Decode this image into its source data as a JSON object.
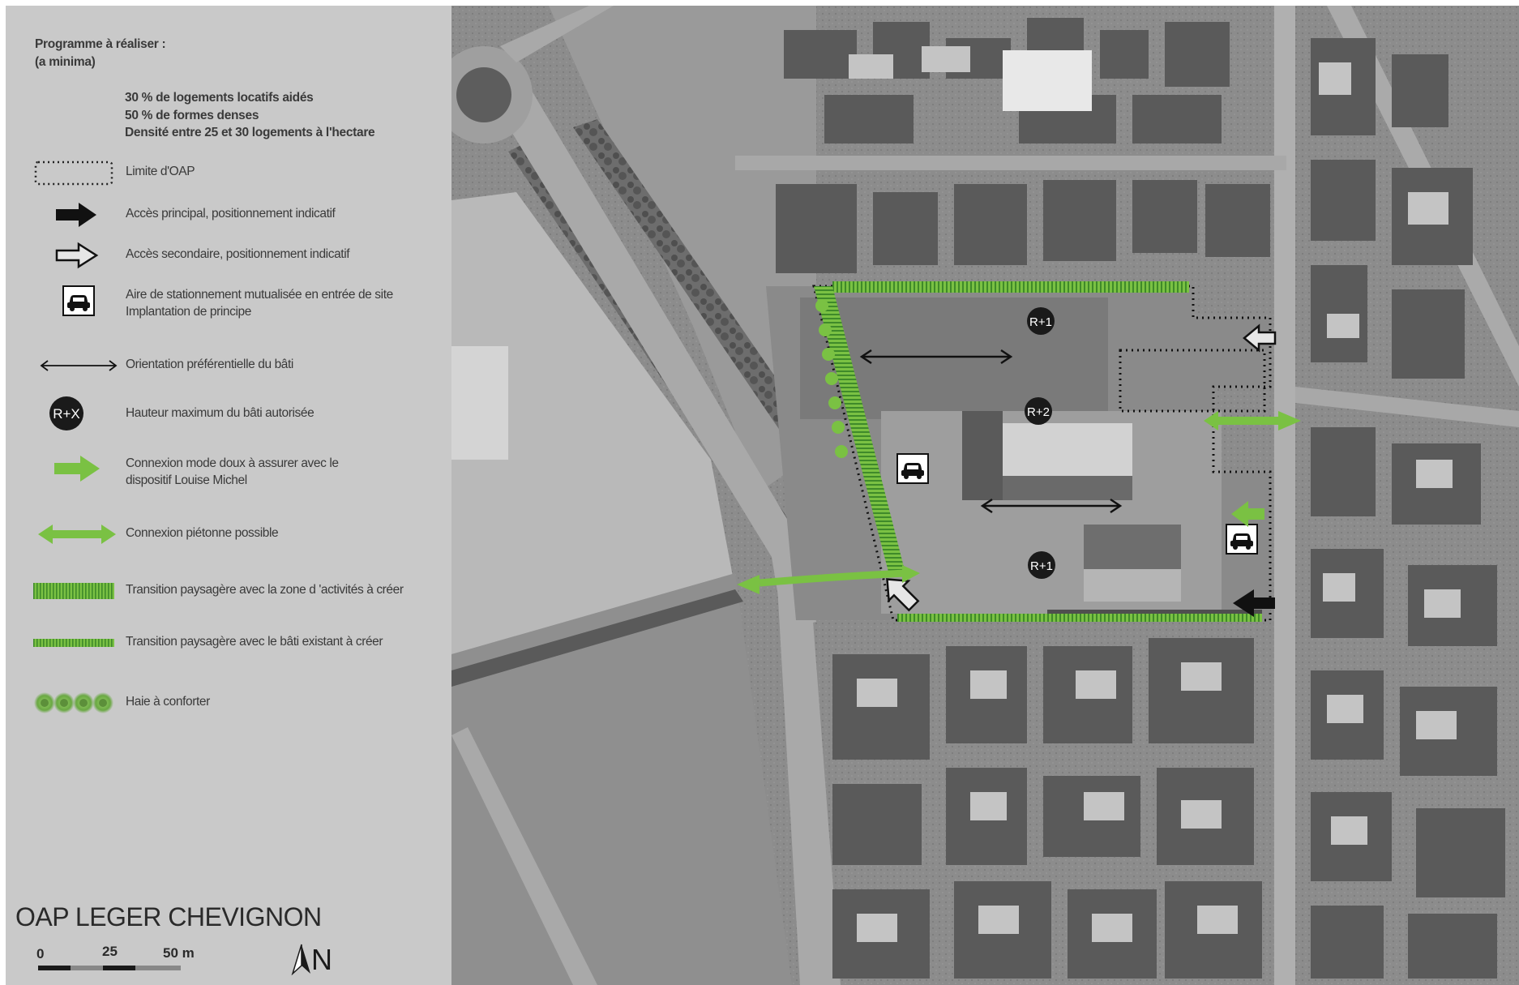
{
  "legend": {
    "programme_title": "Programme à réaliser :",
    "programme_subtitle": "(a minima)",
    "programme_lines": [
      "30 % de logements locatifs aidés",
      "50 % de formes denses",
      "Densité entre 25 et 30 logements à l'hectare"
    ],
    "items": [
      {
        "label": "Limite d'OAP",
        "icon": "dotted-rectangle-icon"
      },
      {
        "label": "Accès principal, positionnement indicatif",
        "icon": "black-arrow-icon"
      },
      {
        "label": "Accès secondaire, positionnement indicatif",
        "icon": "outline-arrow-icon"
      },
      {
        "label_lines": [
          "Aire de stationnement mutualisée en entrée de site",
          "Implantation de principe"
        ],
        "icon": "car-parking-icon"
      },
      {
        "label": "Orientation préférentielle du bâti",
        "icon": "double-arrow-icon"
      },
      {
        "label": "Hauteur maximum du bâti autorisée",
        "icon": "height-badge-icon",
        "badge_text": "R+X"
      },
      {
        "label_lines": [
          "Connexion mode doux à assurer avec le",
          "dispositif Louise Michel"
        ],
        "icon": "green-arrow-icon"
      },
      {
        "label": "Connexion piétonne possible",
        "icon": "green-double-arrow-icon"
      },
      {
        "label": "Transition paysagère avec la zone d 'activités à créer",
        "icon": "thick-green-hatch-icon"
      },
      {
        "label": "Transition paysagère avec le bâti existant à créer",
        "icon": "thin-green-hatch-icon"
      },
      {
        "label": "Haie à conforter",
        "icon": "hedge-dots-icon"
      }
    ]
  },
  "map_title": "OAP LEGER CHEVIGNON",
  "scale": {
    "labels": [
      "0",
      "25",
      "50 m"
    ]
  },
  "north_label": "N",
  "height_badges": [
    "R+1",
    "R+2",
    "R+1"
  ],
  "colors": {
    "panel_bg": "#c9c9c9",
    "green_accent": "#7ac143",
    "hatch_green": "#5aa83a",
    "boundary": "#111111"
  }
}
